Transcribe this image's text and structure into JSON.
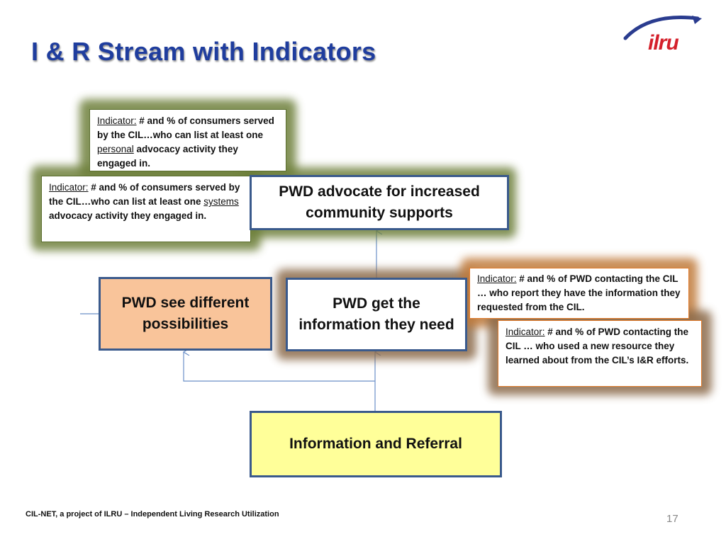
{
  "title": "I & R Stream with Indicators",
  "logo": {
    "text": "ilru"
  },
  "indicators": {
    "personal": {
      "label": "Indicator:",
      "pre": " # and % of consumers served by the CIL…who can list at least one ",
      "emph": "personal",
      "post": " advocacy activity they engaged in."
    },
    "systems": {
      "label": "Indicator:",
      "pre": " # and % of consumers served by the CIL…who can list at least one ",
      "emph": "systems",
      "post": " advocacy activity they engaged in."
    },
    "info_requested": {
      "label": "Indicator:",
      "text": " # and % of PWD contacting the CIL … who report they have the information they requested from the CIL."
    },
    "new_resource": {
      "label": "Indicator:",
      "text": " # and % of PWD contacting the CIL … who used a new resource they learned about from the CIL’s I&R efforts."
    }
  },
  "stages": {
    "advocate": "PWD advocate for increased community supports",
    "possibilities": "PWD see different possibilities",
    "information": "PWD get the information they need",
    "ir": "Information and Referral"
  },
  "colors": {
    "title": "#1f3d9e",
    "stage_border": "#3a5a8c",
    "possibilities_fill": "#f9c49a",
    "ir_fill": "#ffff99",
    "connector": "#6a8fc7"
  },
  "footer": "CIL-NET, a project of ILRU – Independent Living Research Utilization",
  "page_number": "17"
}
